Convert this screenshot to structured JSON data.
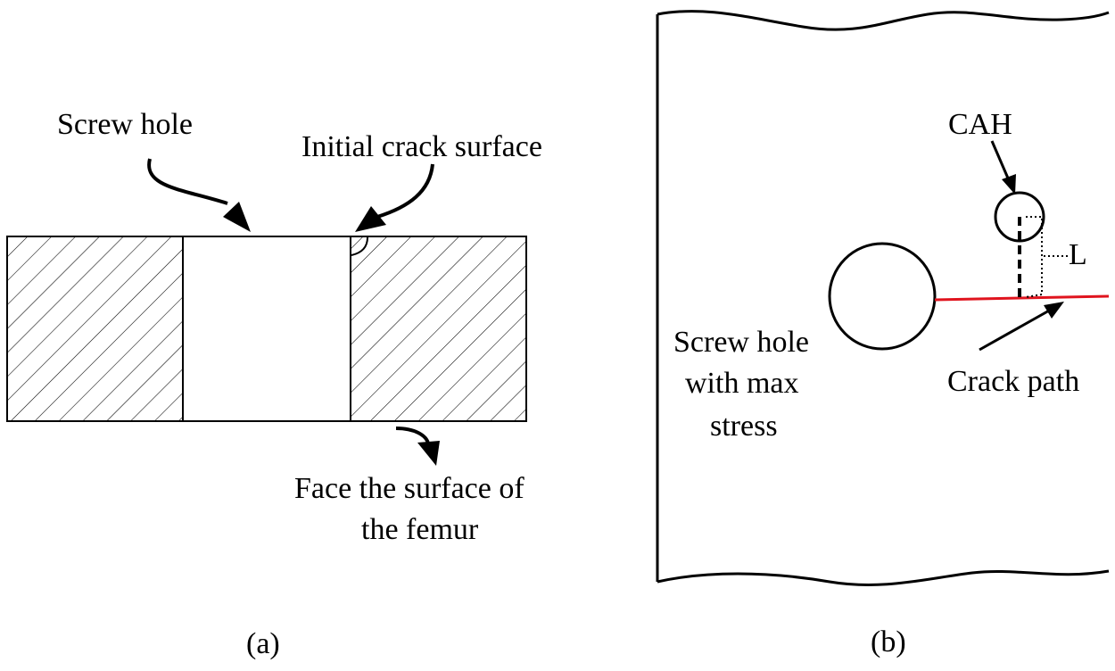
{
  "panel_a": {
    "screw_hole_label": "Screw hole",
    "crack_surface_label": "Initial crack surface",
    "face_line1": "Face the surface of",
    "face_line2": "the femur",
    "caption": "(a)"
  },
  "panel_b": {
    "cah_label": "CAH",
    "l_label": "L",
    "screw_line1": "Screw hole",
    "screw_line2": "with max",
    "screw_line3": "stress",
    "crack_path_label": "Crack path",
    "caption": "(b)"
  },
  "colors": {
    "line": "#000000",
    "crack_path": "#e0141e",
    "background": "#ffffff"
  }
}
